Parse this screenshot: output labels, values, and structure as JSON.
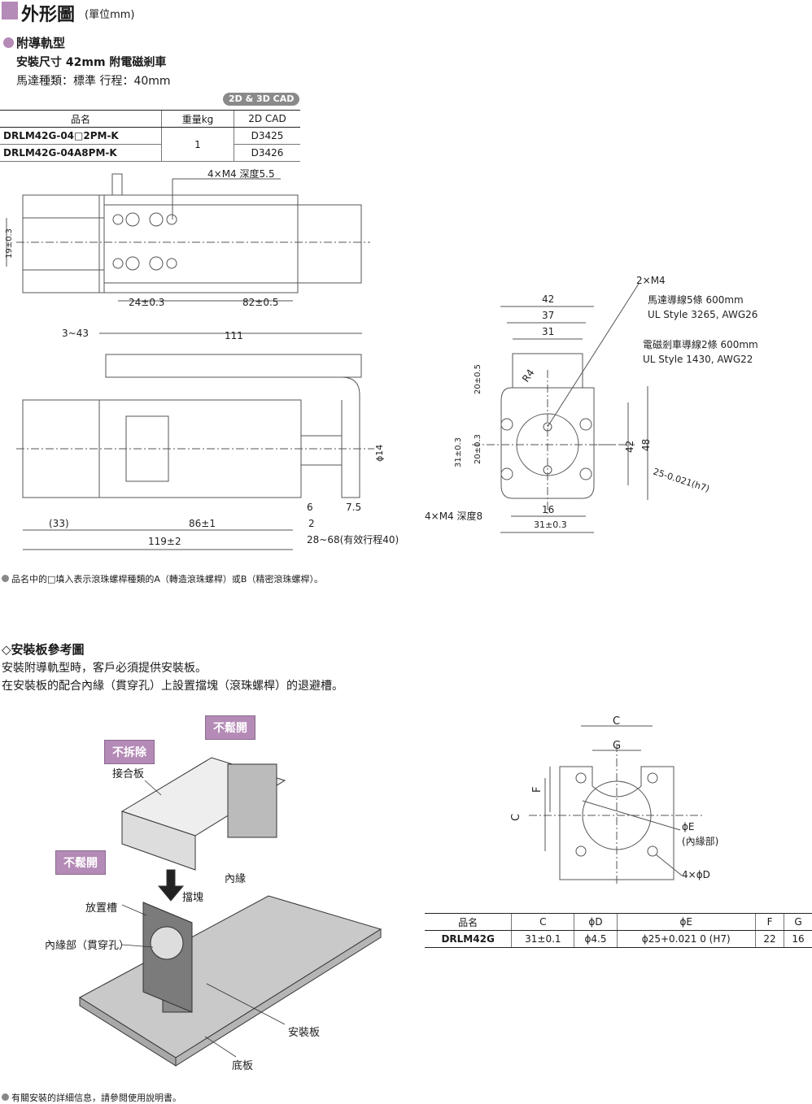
{
  "header": {
    "title": "外形圖",
    "unit": "(單位mm)"
  },
  "section1": {
    "title": "附導軌型",
    "line1": "安裝尺寸 42mm 附電磁剎車",
    "line2": "馬達種類：標準 行程：40mm",
    "cad_badge": "2D & 3D CAD"
  },
  "table1": {
    "headers": [
      "品名",
      "重量kg",
      "2D CAD"
    ],
    "rows": [
      {
        "name": "DRLM42G-04□2PM-K",
        "weight": "1",
        "cad": "D3425"
      },
      {
        "name": "DRLM42G-04A8PM-K",
        "weight": "",
        "cad": "D3426"
      }
    ]
  },
  "drawing1": {
    "holes": "4×M4 深度5.5",
    "d19": "19±0.3",
    "d24": "24±0.3",
    "d82": "82±0.5",
    "d3_43": "3~43",
    "d111": "111",
    "d14": "ϕ14",
    "d6": "6",
    "d7_5": "7.5",
    "d2": "2",
    "d33": "(33)",
    "d86": "86±1",
    "d119": "119±2",
    "stroke": "28~68(有效行程40)"
  },
  "drawing2": {
    "m4": "2×M4",
    "wire1_a": "馬達導線5條 600mm",
    "wire1_b": "UL Style 3265, AWG26",
    "wire2_a": "電磁剎車導線2條 600mm",
    "wire2_b": "UL Style 1430, AWG22",
    "d42": "42",
    "d37": "37",
    "d31": "31",
    "r4": "R4",
    "d20a": "20±0.5",
    "d31v": "31±0.3",
    "d20b": "20±0.3",
    "d42v": "42",
    "d48": "48",
    "shaft": "25-0.021(h7)",
    "holes": "4×M4 深度8",
    "d16": "16",
    "d31b": "31±0.3"
  },
  "note1": "品名中的□填入表示滾珠螺桿種類的A（轉造滾珠螺桿）或B（精密滾珠螺桿）。",
  "section2": {
    "title": "◇安裝板參考圖",
    "line1": "安裝附導軌型時，客戶必須提供安裝板。",
    "line2": "在安裝板的配合內緣（貫穿孔）上設置擋塊（滾珠螺桿）的退避槽。"
  },
  "illustration": {
    "tag_no_remove": "不拆除",
    "tag_no_loosen_top": "不鬆開",
    "tag_no_loosen_left": "不鬆開",
    "joint_plate": "接合板",
    "inner_edge": "內緣",
    "stopper": "擋塊",
    "slot": "放置槽",
    "inner_hole": "內緣部（貫穿孔）",
    "mount_plate": "安裝板",
    "base_plate": "底板"
  },
  "plate_drawing": {
    "C": "C",
    "G": "G",
    "F": "F",
    "C_side": "C",
    "phiE": "ϕE",
    "inner": "(內緣部)",
    "holes": "4×ϕD"
  },
  "table2": {
    "headers": [
      "品名",
      "C",
      "ϕD",
      "ϕE",
      "F",
      "G"
    ],
    "row": {
      "name": "DRLM42G",
      "C": "31±0.1",
      "D": "ϕ4.5",
      "E": "ϕ25+0.021 0",
      "E_fit": "(H7)",
      "F": "22",
      "G": "16"
    }
  },
  "note2": "有關安裝的詳細信息，請參閱使用說明書。"
}
